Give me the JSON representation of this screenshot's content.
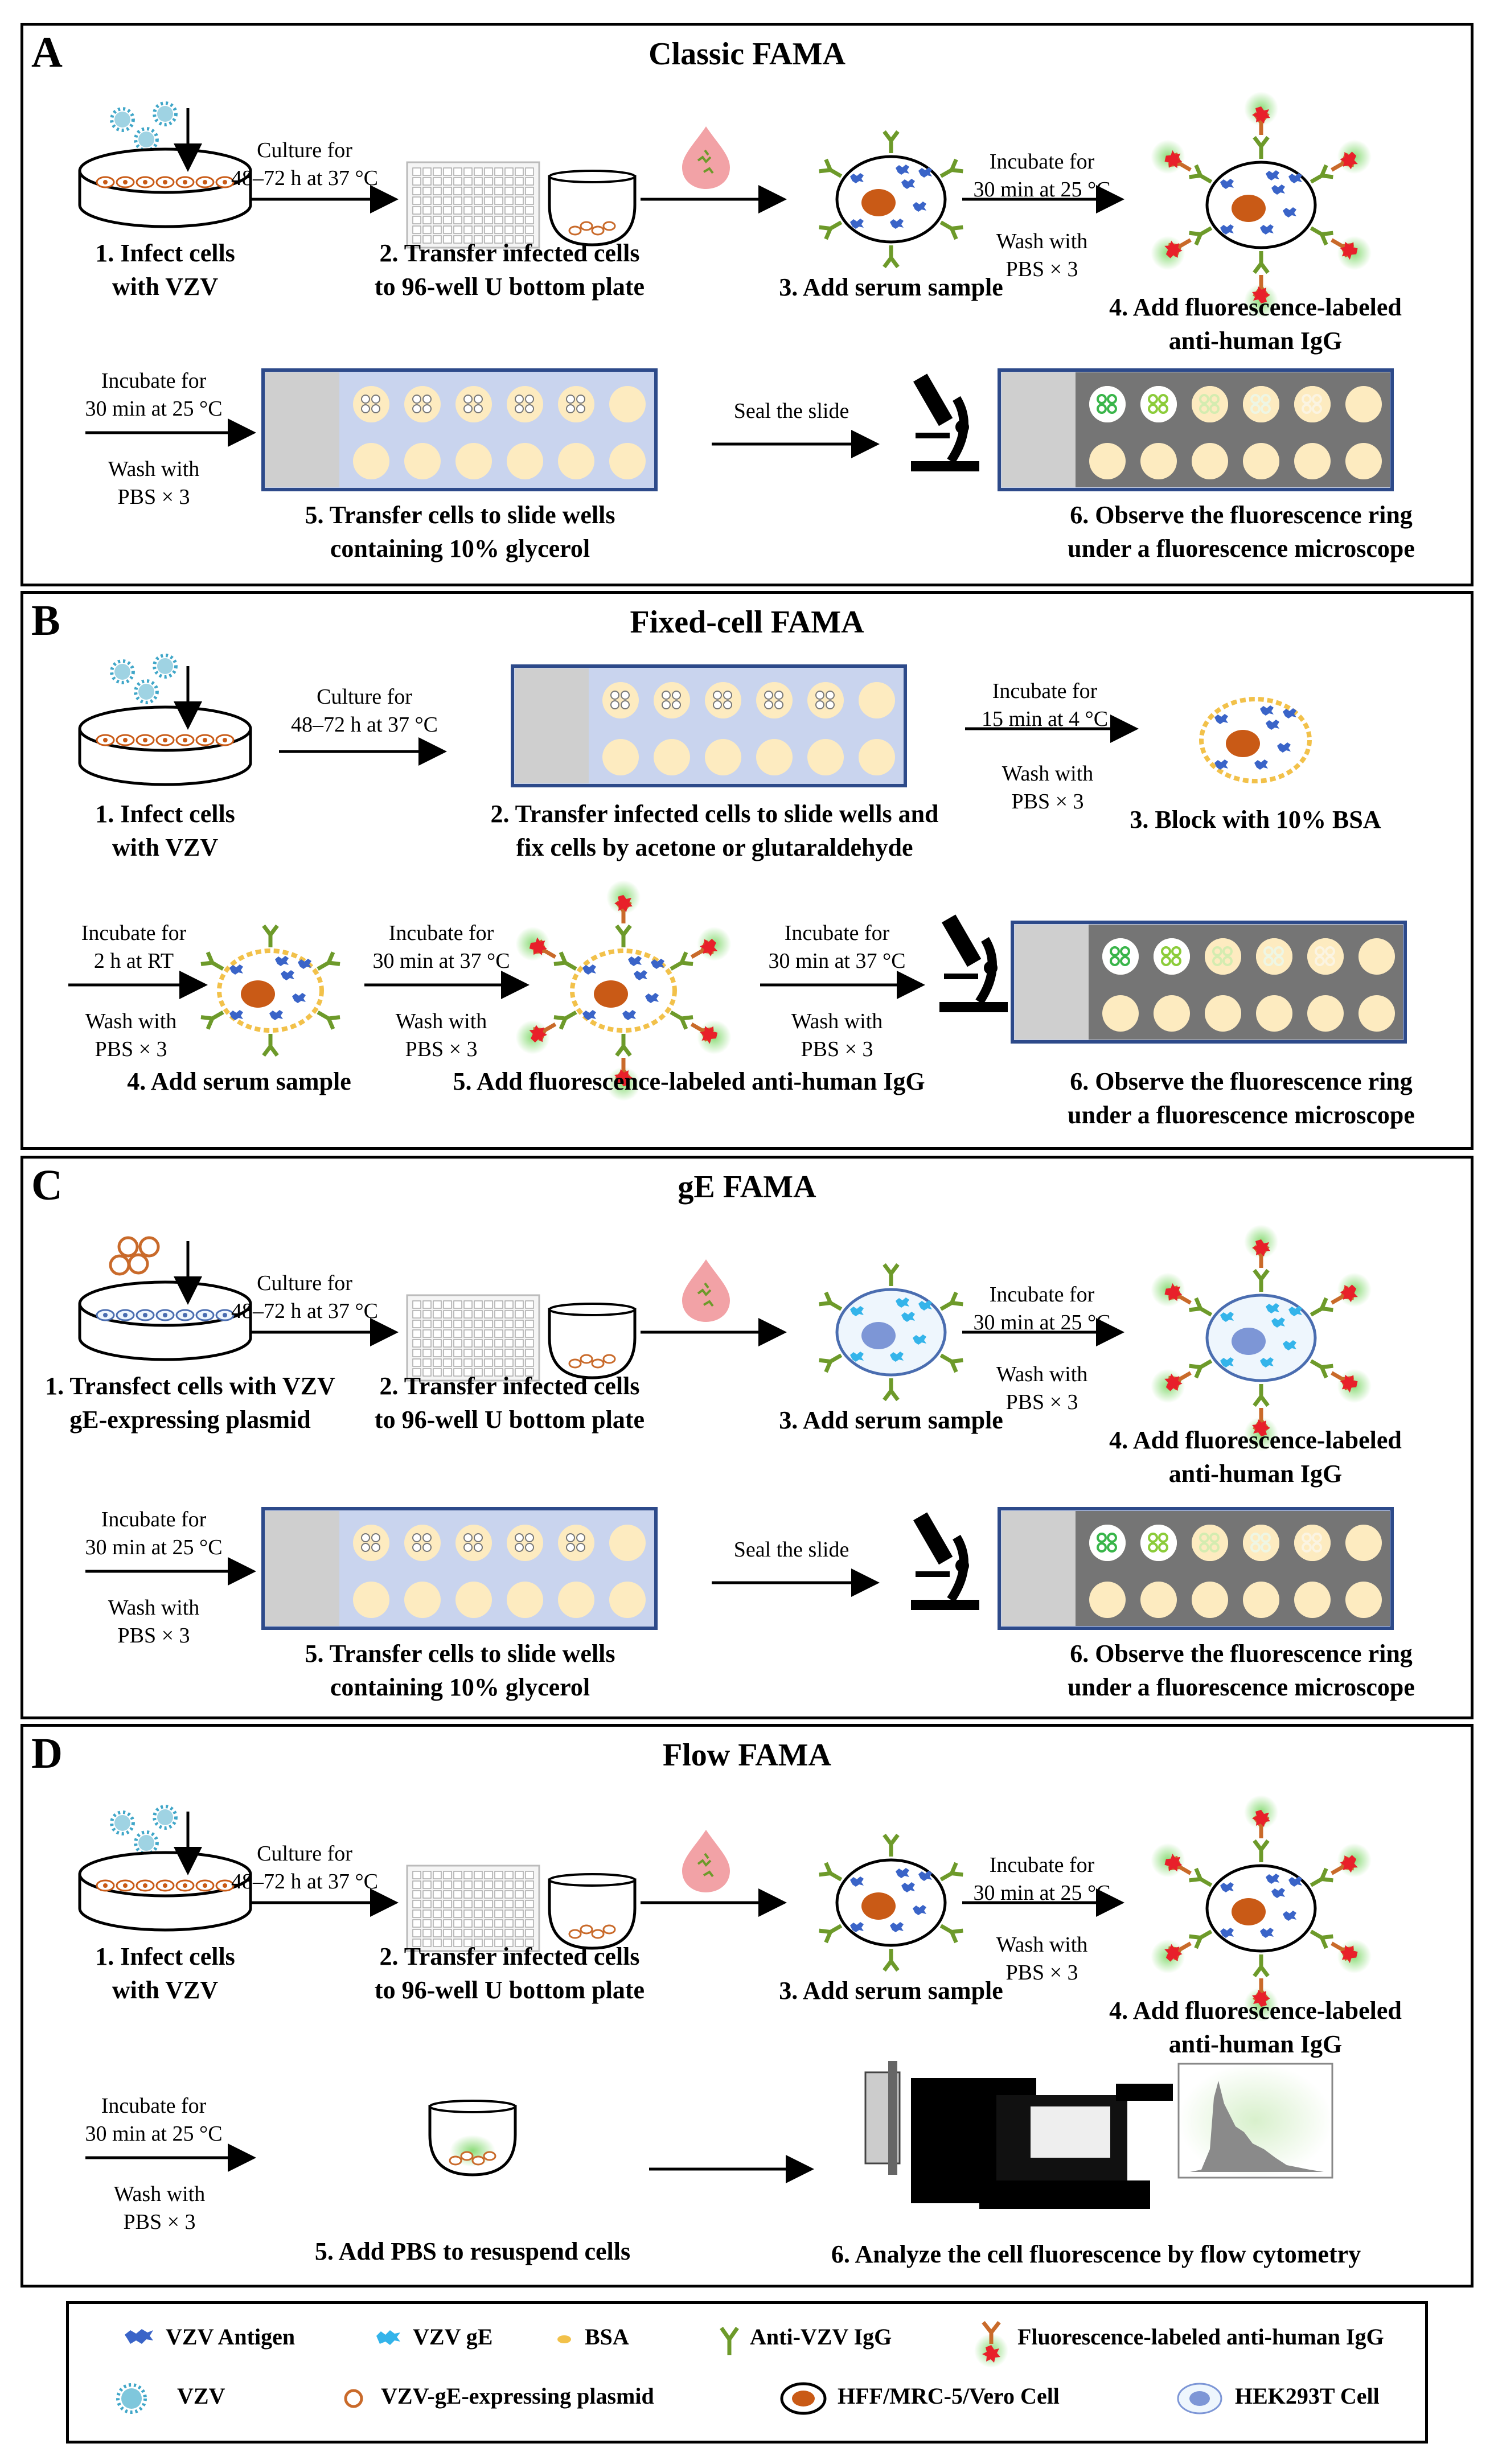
{
  "panels": [
    {
      "label": "A",
      "title": "Classic FAMA",
      "steps": [
        "1. Infect cells\nwith VZV",
        "2. Transfer infected cells\nto  96-well U bottom plate",
        "3. Add serum sample",
        "4. Add fluorescence-labeled\nanti-human IgG",
        "5. Transfer cells to slide wells\ncontaining 10% glycerol",
        "6. Observe the fluorescence ring\nunder a fluorescence microscope"
      ],
      "notes": [
        "Culture for\n48–72 h at 37 °C",
        "Incubate for\n30 min at 25 °C",
        "Wash with\nPBS × 3",
        "Incubate for\n30 min at 25 °C",
        "Wash with\nPBS × 3",
        "Seal the slide"
      ]
    },
    {
      "label": "B",
      "title": "Fixed-cell FAMA",
      "steps": [
        "1. Infect cells\nwith VZV",
        "2. Transfer infected cells to slide wells and\nfix cells by acetone or glutaraldehyde",
        "3. Block with 10% BSA",
        "4. Add serum sample",
        "5. Add fluorescence-labeled anti-human IgG",
        "6. Observe the fluorescence ring\nunder a fluorescence microscope"
      ],
      "notes": [
        "Culture for\n48–72 h at 37 °C",
        "Incubate for\n15 min at 4 °C",
        "Wash with\nPBS × 3",
        "Incubate for\n2 h at RT",
        "Wash with\nPBS × 3",
        "Incubate for\n30 min at 37 °C",
        "Wash with\nPBS × 3",
        "Incubate for\n30 min at 37 °C",
        "Wash with\nPBS × 3"
      ]
    },
    {
      "label": "C",
      "title": "gE FAMA",
      "steps": [
        "1. Transfect cells with VZV\ngE-expressing plasmid",
        "2. Transfer infected cells\nto  96-well U bottom plate",
        "3. Add serum sample",
        "4. Add fluorescence-labeled\nanti-human IgG",
        "5. Transfer cells to slide wells\ncontaining 10% glycerol",
        "6. Observe the fluorescence ring\nunder a fluorescence microscope"
      ],
      "notes": [
        "Culture for\n48–72 h at 37 °C",
        "Incubate for\n30 min at 25 °C",
        "Wash with\nPBS × 3",
        "Incubate for\n30 min at 25 °C",
        "Wash with\nPBS × 3",
        "Seal the slide"
      ]
    },
    {
      "label": "D",
      "title": "Flow FAMA",
      "steps": [
        "1. Infect cells\nwith VZV",
        "2. Transfer infected cells\nto  96-well U bottom plate",
        "3. Add serum sample",
        "4. Add fluorescence-labeled\nanti-human IgG",
        "5. Add PBS to resuspend cells",
        "6. Analyze the cell fluorescence by flow cytometry"
      ],
      "notes": [
        "Culture for\n48–72 h at 37 °C",
        "Incubate for\n30 min at 25 °C",
        "Wash with\nPBS × 3",
        "Incubate for\n30 min at 25 °C",
        "Wash with\nPBS × 3"
      ]
    }
  ],
  "legend": [
    "VZV Antigen",
    "VZV gE",
    "BSA",
    "Anti-VZV IgG",
    "Fluorescence-labeled anti-human IgG",
    "VZV",
    "VZV-gE-expressing plasmid",
    "HFF/MRC-5/Vero Cell",
    "HEK293T Cell"
  ],
  "colors": {
    "antigen": "#3a64c8",
    "ge": "#34b4ea",
    "bsa": "#f2c14a",
    "igg": "#6d9a2a",
    "fluor_ab": "#c96a2a",
    "fluor_dot": "#e8202a",
    "glow": "#7fd86a",
    "vzv": "#3fa6c8",
    "nucleus": "#c95a16",
    "hek_nucleus": "#7d96d6",
    "slide": "#c9d4ee",
    "well": "#fdebc0",
    "border_blue": "#2d4a8a"
  }
}
